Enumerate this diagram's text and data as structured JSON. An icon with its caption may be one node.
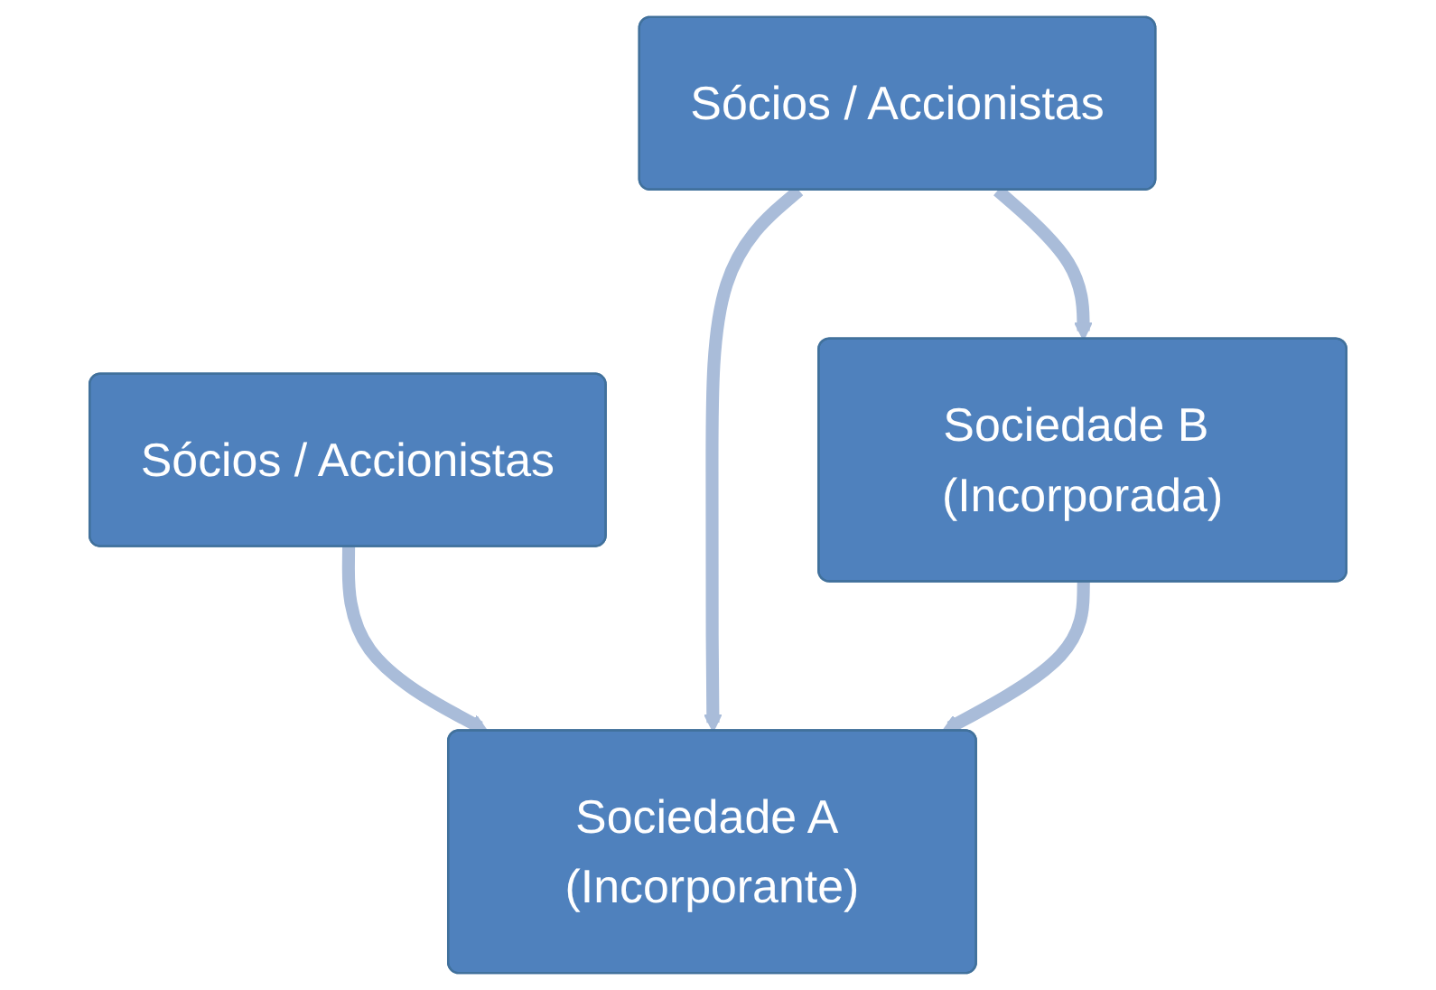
{
  "diagram": {
    "nodes": [
      {
        "text": [
          "Sócios / Accionistas"
        ]
      },
      {
        "text": [
          "Sócios / Accionistas"
        ]
      },
      {
        "text": [
          "Sociedade A (Incorporante)"
        ]
      },
      {
        "text": [
          "Sociedade B (Incorporada)"
        ]
      }
    ],
    "edges": [
      {
        "from": 0,
        "to": 2,
        "arrow": "to"
      },
      {
        "from": 1,
        "to": 3,
        "arrow": "to"
      },
      {
        "from": 1,
        "to": 2,
        "arrow": "to"
      },
      {
        "from": 3,
        "to": 2,
        "arrow": "to"
      }
    ]
  }
}
